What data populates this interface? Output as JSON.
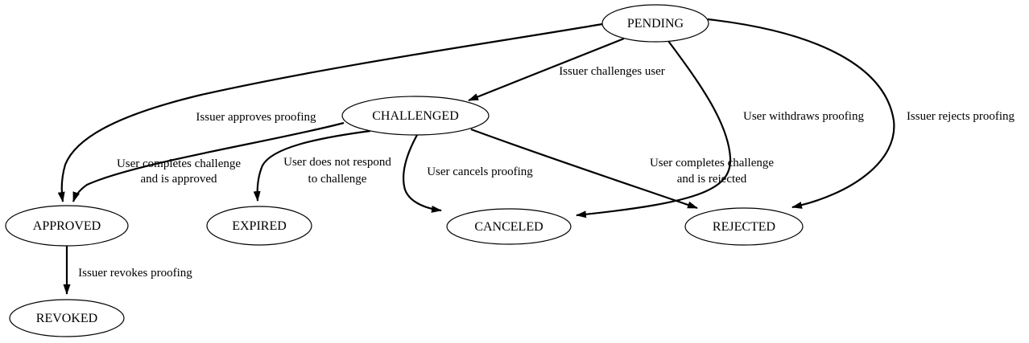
{
  "diagram": {
    "type": "state-machine",
    "background_color": "#ffffff",
    "node_fill": "#ffffff",
    "line_color": "#000000",
    "nodes": [
      {
        "id": "pending",
        "label": "PENDING"
      },
      {
        "id": "challenged",
        "label": "CHALLENGED"
      },
      {
        "id": "approved",
        "label": "APPROVED"
      },
      {
        "id": "expired",
        "label": "EXPIRED"
      },
      {
        "id": "canceled",
        "label": "CANCELED"
      },
      {
        "id": "rejected",
        "label": "REJECTED"
      },
      {
        "id": "revoked",
        "label": "REVOKED"
      }
    ],
    "edges": [
      {
        "from": "PENDING",
        "to": "CHALLENGED",
        "label": "Issuer challenges user"
      },
      {
        "from": "PENDING",
        "to": "APPROVED",
        "label": "Issuer approves proofing"
      },
      {
        "from": "PENDING",
        "to": "CANCELED",
        "label": "User withdraws proofing"
      },
      {
        "from": "PENDING",
        "to": "REJECTED",
        "label": "Issuer rejects proofing"
      },
      {
        "from": "CHALLENGED",
        "to": "APPROVED",
        "label": "User completes challenge and is approved",
        "label_lines": [
          "User completes challenge",
          "and is approved"
        ]
      },
      {
        "from": "CHALLENGED",
        "to": "EXPIRED",
        "label": "User does not respond to challenge",
        "label_lines": [
          "User does not respond",
          "to challenge"
        ]
      },
      {
        "from": "CHALLENGED",
        "to": "CANCELED",
        "label": "User cancels proofing"
      },
      {
        "from": "CHALLENGED",
        "to": "REJECTED",
        "label": "User completes challenge and is rejected",
        "label_lines": [
          "User completes challenge",
          "and is rejected"
        ]
      },
      {
        "from": "APPROVED",
        "to": "REVOKED",
        "label": "Issuer revokes proofing"
      }
    ]
  }
}
